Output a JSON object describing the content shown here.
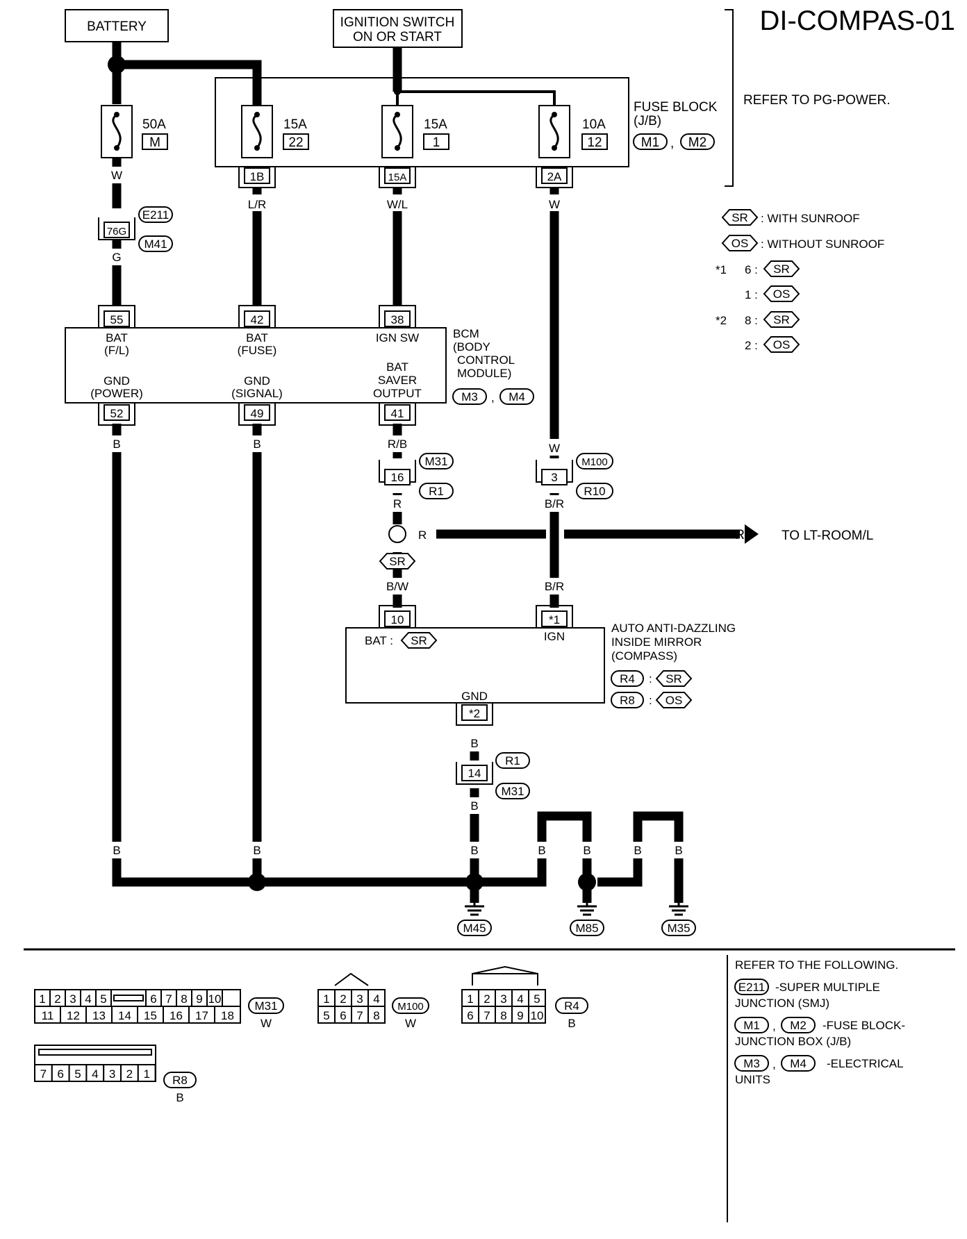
{
  "title": "DI-COMPAS-01",
  "battery": "BATTERY",
  "ignition": [
    "IGNITION SWITCH",
    "ON OR START"
  ],
  "refer_power": "REFER TO PG-POWER.",
  "fuse_block": [
    "FUSE BLOCK",
    "(J/B)"
  ],
  "fuse_block_conns": [
    "M1",
    "M2"
  ],
  "fuses": [
    {
      "amp": "50A",
      "num": "M"
    },
    {
      "amp": "15A",
      "num": "22"
    },
    {
      "amp": "15A",
      "num": "1"
    },
    {
      "amp": "10A",
      "num": "12"
    }
  ],
  "fuse_terms": [
    "1B",
    "15A",
    "2A"
  ],
  "wire_colors": {
    "w1": "W",
    "lr": "L/R",
    "wl": "W/L",
    "w2": "W",
    "g": "G",
    "b": "B",
    "rb": "R/B",
    "w3": "W",
    "r": "R",
    "br": "B/R",
    "bw": "B/W"
  },
  "smj": {
    "term": "76G",
    "conns": [
      "E211",
      "M41"
    ]
  },
  "legend": [
    {
      "tag": "SR",
      "text": ": WITH SUNROOF"
    },
    {
      "tag": "OS",
      "text": ": WITHOUT SUNROOF"
    }
  ],
  "notes": [
    {
      "mark": "*1",
      "num": "6 :",
      "tag": "SR"
    },
    {
      "mark": "",
      "num": "1 :",
      "tag": "OS"
    },
    {
      "mark": "*2",
      "num": "8 :",
      "tag": "SR"
    },
    {
      "mark": "",
      "num": "2 :",
      "tag": "OS"
    }
  ],
  "bcm": {
    "name": [
      "BCM",
      "(BODY",
      "CONTROL",
      "MODULE)"
    ],
    "conns": [
      "M3",
      "M4"
    ],
    "top_terms": [
      "55",
      "42",
      "38"
    ],
    "bot_terms": [
      "52",
      "49",
      "41"
    ],
    "labels": {
      "bat_fl": [
        "BAT",
        "(F/L)"
      ],
      "bat_fuse": [
        "BAT",
        "(FUSE)"
      ],
      "ign_sw": "IGN SW",
      "gnd_power": [
        "GND",
        "(POWER)"
      ],
      "gnd_signal": [
        "GND",
        "(SIGNAL)"
      ],
      "bat_saver": [
        "BAT",
        "SAVER",
        "OUTPUT"
      ]
    }
  },
  "conn16": {
    "term": "16",
    "conns": [
      "M31",
      "R1"
    ]
  },
  "conn3": {
    "term": "3",
    "conns": [
      "M100",
      "R10"
    ]
  },
  "to_room": "TO LT-ROOM/L",
  "sr_tag": "SR",
  "mirror": {
    "name": [
      "AUTO ANTI-DAZZLING",
      "INSIDE MIRROR",
      "(COMPASS)"
    ],
    "bat": "BAT :",
    "bat_tag": "SR",
    "ign": "IGN",
    "gnd": "GND",
    "term_bat": "10",
    "term_ign": "*1",
    "term_gnd": "*2",
    "variants": [
      {
        "conn": "R4",
        "tag": "SR"
      },
      {
        "conn": "R8",
        "tag": "OS"
      }
    ]
  },
  "conn14": {
    "term": "14",
    "conns": [
      "R1",
      "M31"
    ]
  },
  "grounds": [
    "M45",
    "M85",
    "M35"
  ],
  "connectors": {
    "m31": {
      "name": "M31",
      "color": "W",
      "row1": [
        "1",
        "2",
        "3",
        "4",
        "5",
        "6",
        "7",
        "8",
        "9",
        "10"
      ],
      "row2": [
        "11",
        "12",
        "13",
        "14",
        "15",
        "16",
        "17",
        "18"
      ]
    },
    "m100": {
      "name": "M100",
      "color": "W",
      "row1": [
        "1",
        "2",
        "3",
        "4"
      ],
      "row2": [
        "5",
        "6",
        "7",
        "8"
      ]
    },
    "r4": {
      "name": "R4",
      "color": "B",
      "row1": [
        "1",
        "2",
        "3",
        "4",
        "5"
      ],
      "row2": [
        "6",
        "7",
        "8",
        "9",
        "10"
      ]
    },
    "r8": {
      "name": "R8",
      "color": "B",
      "row1": [
        "7",
        "6",
        "5",
        "4",
        "3",
        "2",
        "1"
      ]
    }
  },
  "refer_following": {
    "heading": "REFER TO THE FOLLOWING.",
    "items": [
      {
        "conns": [
          "E211"
        ],
        "text": [
          "-SUPER MULTIPLE",
          "JUNCTION (SMJ)"
        ]
      },
      {
        "conns": [
          "M1",
          "M2"
        ],
        "text": [
          "-FUSE BLOCK-",
          "JUNCTION BOX (J/B)"
        ]
      },
      {
        "conns": [
          "M3",
          "M4"
        ],
        "text": [
          "-ELECTRICAL",
          "UNITS"
        ]
      }
    ]
  }
}
